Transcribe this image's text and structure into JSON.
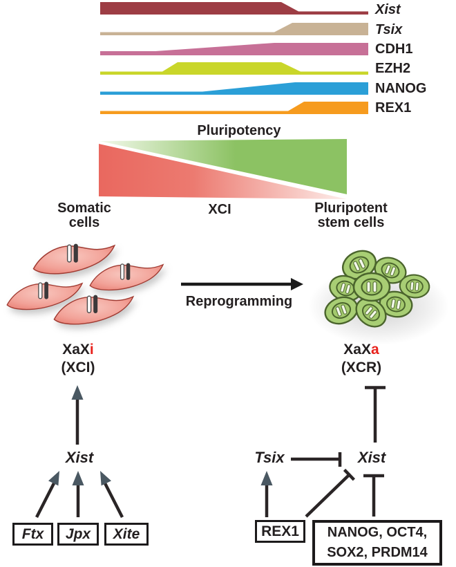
{
  "genes": [
    {
      "label": "Xist",
      "color": "#9d3d44"
    },
    {
      "label": "Tsix",
      "color": "#c8b295"
    },
    {
      "label": "CDH1",
      "color": "#c77097"
    },
    {
      "label": "EZH2",
      "color": "#c9d62a"
    },
    {
      "label": "NANOG",
      "color": "#2b9fd7"
    },
    {
      "label": "REX1",
      "color": "#f69b1e"
    }
  ],
  "labels": {
    "pluripotency": "Pluripotency",
    "xci": "XCI",
    "somatic1": "Somatic",
    "somatic2": "cells",
    "pluripotent1": "Pluripotent",
    "pluripotent2": "stem cells",
    "reprogramming": "Reprogramming"
  },
  "states": {
    "left": {
      "main": "XaX",
      "letter": "i",
      "sub": "(XCI)"
    },
    "right": {
      "main": "XaX",
      "letter": "a",
      "sub": "(XCR)"
    }
  },
  "network_left": {
    "hub": "Xist",
    "inputs": [
      "Ftx",
      "Jpx",
      "Xite"
    ]
  },
  "network_right": {
    "tsix": "Tsix",
    "xist": "Xist",
    "rex1": "REX1",
    "factors1": "NANOG, OCT4,",
    "factors2": "SOX2, PRDM14"
  },
  "gradients": {
    "pluripotency_start": "#f3f9ec",
    "pluripotency_end": "#8cc263",
    "xci_start": "#e9685f",
    "xci_end": "#fdeeeb"
  },
  "colors": {
    "text": "#231f20",
    "line": "#2a2526",
    "arrowhead": "#4a5862",
    "state_letter": "#e8221c",
    "somatic_cell_fill": "#ef9186",
    "somatic_cell_stroke": "#a03a31",
    "stem_cell_fill": "#a8ce74",
    "stem_cell_stroke": "#4a642c"
  }
}
